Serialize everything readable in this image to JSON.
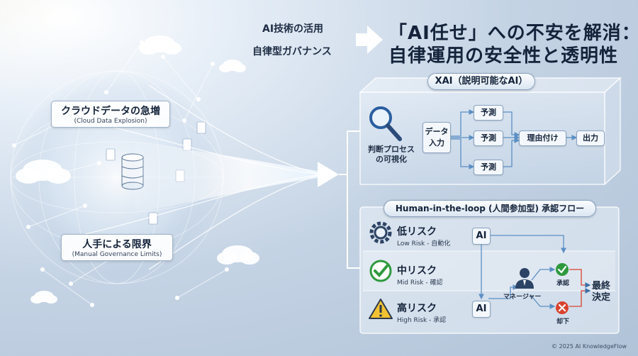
{
  "header": {
    "line1": "AI技術の活用",
    "line2": "自律型ガバナンス",
    "title_line1": "「AI任せ」への不安を解消：",
    "title_line2": "自律運用の安全性と透明性"
  },
  "left": {
    "cloud_callout_jp": "クラウドデータの急増",
    "cloud_callout_en": "(Cloud Data Explosion)",
    "manual_callout_jp": "人手による限界",
    "manual_callout_en": "(Manual Governance Limits)"
  },
  "xai": {
    "title": "XAI（説明可能なAI）",
    "process_label": [
      "判断プロセス",
      "の可視化"
    ],
    "data_input": [
      "データ",
      "入力"
    ],
    "predict": "予測",
    "reasoning": "理由付け",
    "output": "出力"
  },
  "hitl": {
    "title": "Human-in-the-loop (人間参加型) 承認フロー",
    "risks": [
      {
        "jp": "低リスク",
        "en": "Low Risk - 自動化"
      },
      {
        "jp": "中リスク",
        "en": "Mid Risk - 確認"
      },
      {
        "jp": "高リスク",
        "en": "High Risk - 承認"
      }
    ],
    "ai_label": "AI",
    "manager": "マネージャー",
    "approve": "承認",
    "reject": "却下",
    "final_decision": [
      "最終",
      "決定"
    ]
  },
  "footer": {
    "copyright": "© 2025 AI KnowledgeFlow"
  },
  "colors": {
    "accent_blue": "#2b6db3",
    "approve_green": "#2e9a3e",
    "reject_red": "#d9432f",
    "warning_yellow": "#f2c233"
  }
}
